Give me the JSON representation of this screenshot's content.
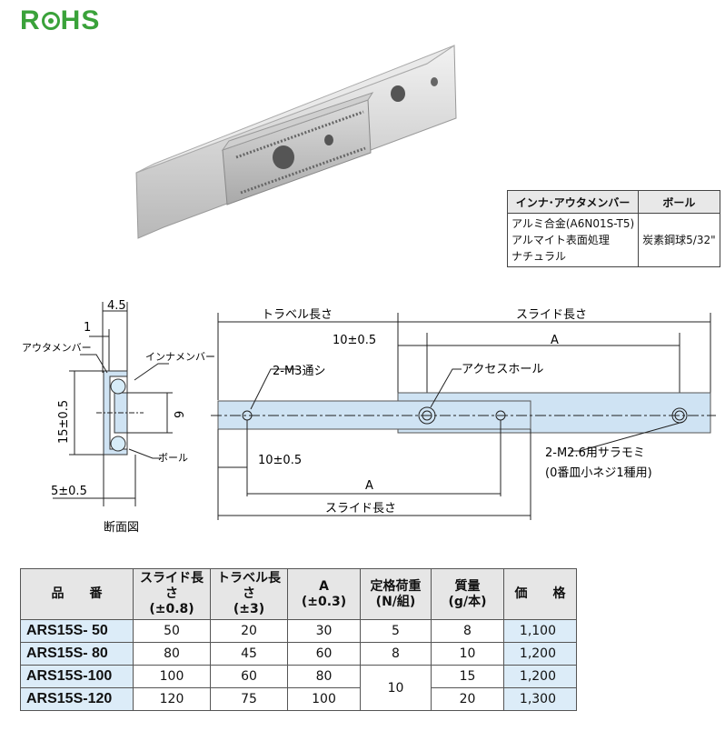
{
  "logo": {
    "text": "RoHS"
  },
  "materials": {
    "headers": [
      "インナ･アウタメンバー",
      "ボール"
    ],
    "member_lines": [
      "アルミ合金(A6N01S-T5)",
      "アルマイト表面処理",
      "ナチュラル"
    ],
    "ball": "炭素鋼球5/32\""
  },
  "section_drawing": {
    "dim_top": "4.5",
    "dim_small": "1",
    "outer_member": "アウタメンバー",
    "inner_member": "インナメンバー",
    "height": "15±0.5",
    "inner_height": "9",
    "ball": "ボール",
    "bottom_dim": "5±0.5",
    "caption": "断面図"
  },
  "side_drawing": {
    "travel": "トラベル長さ",
    "slide_top": "スライド長さ",
    "offset_top": "10±0.5",
    "a_top": "A",
    "m3": "2-M3通シ",
    "access_hole": "アクセスホール",
    "offset_bottom": "10±0.5",
    "a_bottom": "A",
    "slide_bottom": "スライド長さ",
    "m26_line1": "2-M2.6用サラモミ",
    "m26_line2": "(0番皿小ネジ1種用)"
  },
  "spec_table": {
    "headers": [
      {
        "l1": "品　　番",
        "l2": ""
      },
      {
        "l1": "スライド長さ",
        "l2": "(±0.8)"
      },
      {
        "l1": "トラベル長さ",
        "l2": "(±3)"
      },
      {
        "l1": "A",
        "l2": "(±0.3)"
      },
      {
        "l1": "定格荷重",
        "l2": "(N/組)"
      },
      {
        "l1": "質量",
        "l2": "(g/本)"
      },
      {
        "l1": "価　　格",
        "l2": ""
      }
    ],
    "rows": [
      {
        "part": "ARS15S- 50",
        "slide": "50",
        "travel": "20",
        "a": "30",
        "load": "5",
        "mass": "8",
        "price": "1,100"
      },
      {
        "part": "ARS15S- 80",
        "slide": "80",
        "travel": "45",
        "a": "60",
        "load": "8",
        "mass": "10",
        "price": "1,200"
      },
      {
        "part": "ARS15S-100",
        "slide": "100",
        "travel": "60",
        "a": "80",
        "load": "10",
        "mass": "15",
        "price": "1,200"
      },
      {
        "part": "ARS15S-120",
        "slide": "120",
        "travel": "75",
        "a": "100",
        "load": "",
        "mass": "20",
        "price": "1,300"
      }
    ]
  }
}
